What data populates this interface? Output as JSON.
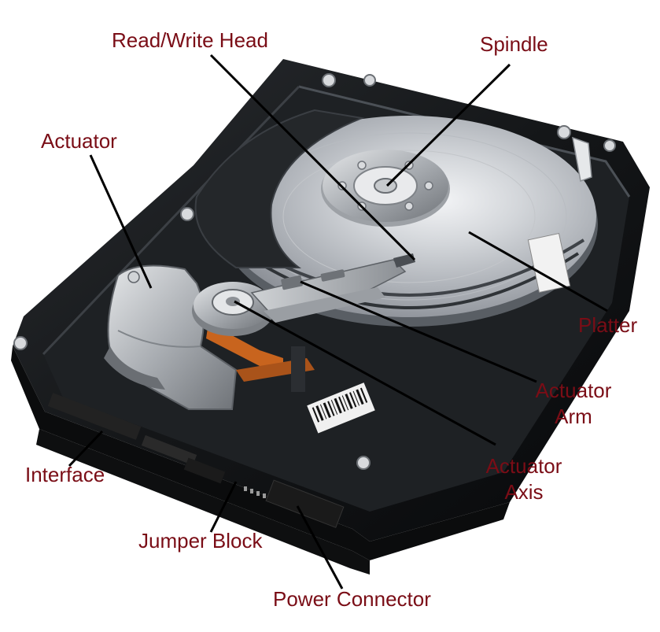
{
  "colors": {
    "label_text": "#7a0d16",
    "leader_line": "#000000",
    "drive_body": "#16181b",
    "platter": "#c9cdd2",
    "actuator_metal": "#b9bcc0",
    "flex_cable": "#c8641e",
    "background": "#ffffff"
  },
  "labels": {
    "read_write_head": "Read/Write Head",
    "spindle": "Spindle",
    "actuator": "Actuator",
    "platter": "Platter",
    "actuator_arm_line1": "Actuator",
    "actuator_arm_line2": "Arm",
    "actuator_axis_line1": "Actuator",
    "actuator_axis_line2": "Axis",
    "interface": "Interface",
    "jumper_block": "Jumper Block",
    "power_connector": "Power Connector"
  },
  "icons": [
    "hard-drive-illustration"
  ]
}
